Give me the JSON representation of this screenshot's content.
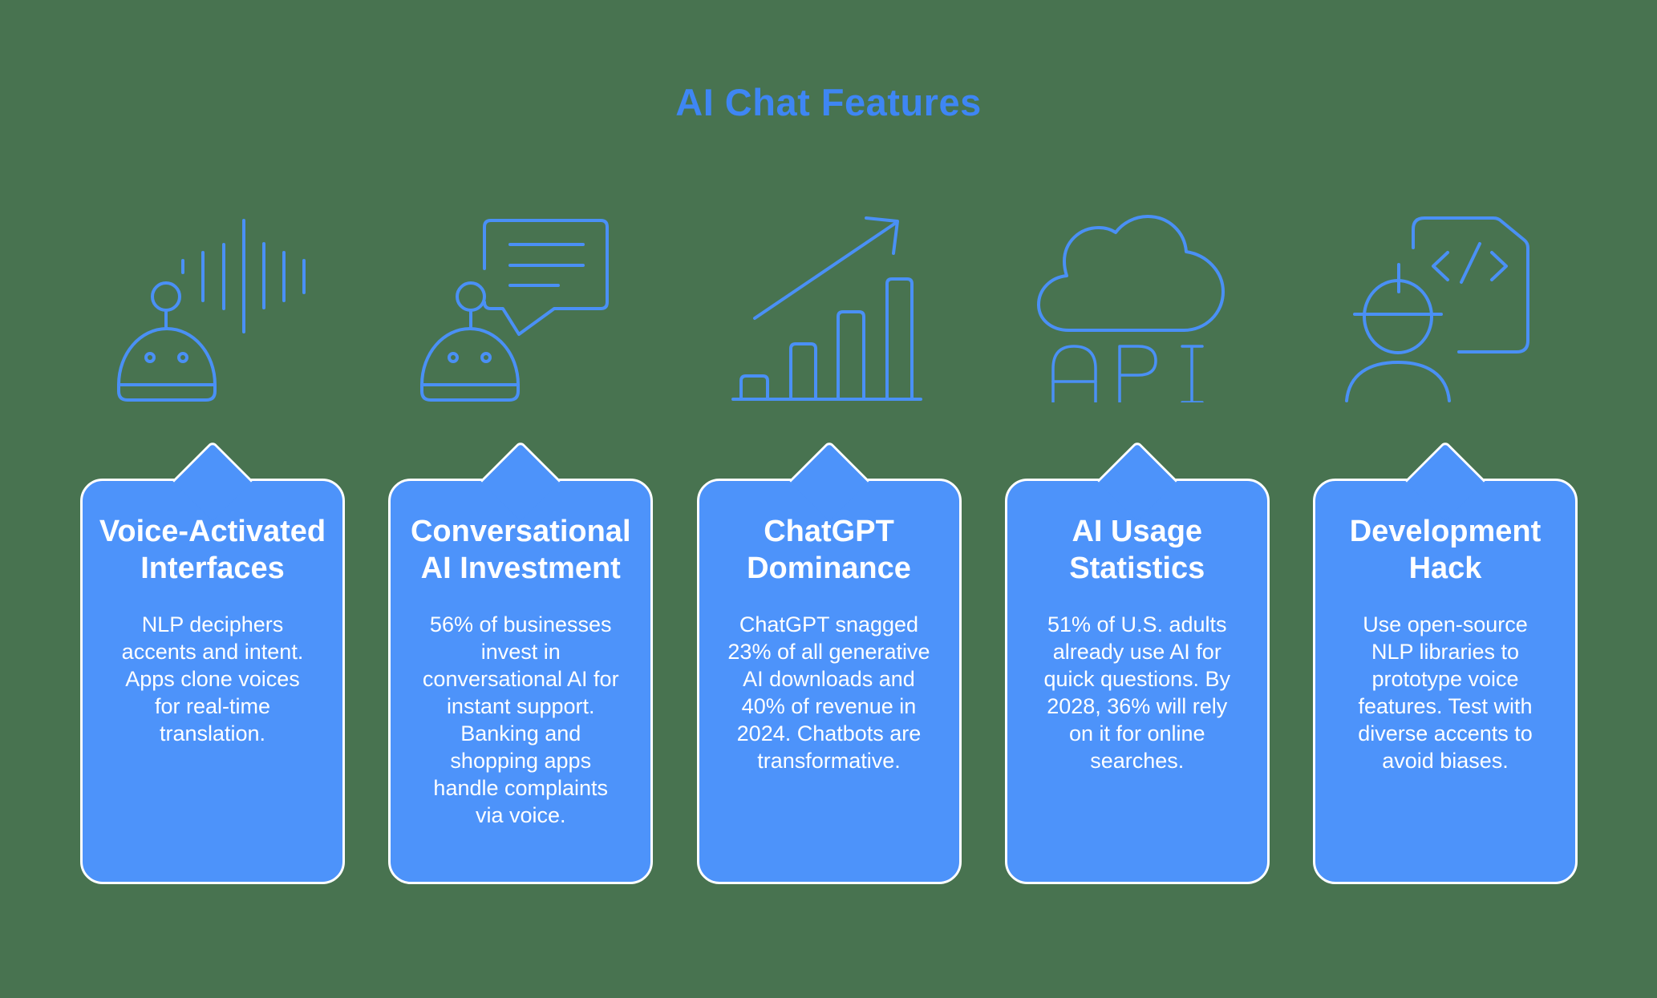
{
  "title": "AI Chat Features",
  "colors": {
    "background": "#487350",
    "card_fill": "#4D93FA",
    "card_border": "#FFFFFF",
    "title_text": "#3E86F4",
    "icon_stroke": "#4A90F5",
    "card_text": "#FFFFFF"
  },
  "cards": [
    {
      "icon": "voice-robot-sound-waves-icon",
      "title": "Voice-Activated Interfaces",
      "body": "NLP deciphers accents and intent. Apps clone voices for real-time translation."
    },
    {
      "icon": "robot-chat-bubble-icon",
      "title": "Conversational AI Investment",
      "body": "56% of businesses invest in conversational AI for instant support. Banking and shopping apps handle complaints via voice."
    },
    {
      "icon": "growth-bar-chart-icon",
      "title": "ChatGPT Dominance",
      "body": "ChatGPT snagged 23% of all generative AI downloads and 40% of revenue in 2024. Chatbots are transformative."
    },
    {
      "icon": "cloud-api-icon",
      "title": "AI Usage Statistics",
      "body": "51% of U.S. adults already use AI for quick questions. By 2028, 36% will rely on it for online searches."
    },
    {
      "icon": "developer-code-document-icon",
      "title": "Development Hack",
      "body": "Use open-source NLP libraries to prototype voice features. Test with diverse accents to avoid biases."
    }
  ]
}
